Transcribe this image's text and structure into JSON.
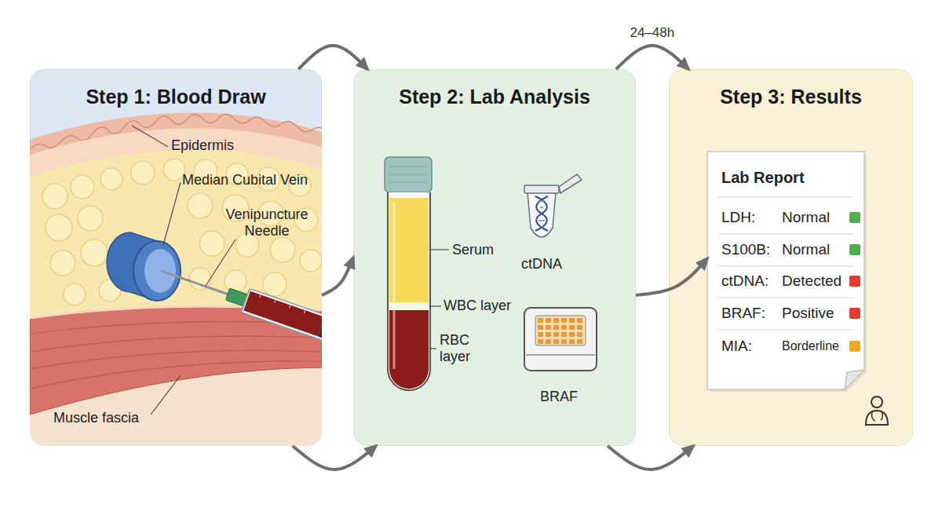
{
  "diagram": {
    "nodes": [
      {
        "text": [
          "Step 1: Blood Draw"
        ]
      },
      {
        "text": [
          "Step 2: Lab Analysis"
        ]
      },
      {
        "text": [
          "Step 3: Results"
        ]
      },
      {
        "text": [
          "Lab Report",
          "LDH:",
          "Normal",
          "S100B:",
          "Normal",
          "ctDNA:",
          "Detected",
          "BRAF:",
          "Positive",
          "MIA:",
          "Borderline"
        ],
        "in": 2
      }
    ],
    "edges": [
      {
        "from": 0,
        "to": 1,
        "arrow": "to"
      },
      {
        "from": 1,
        "to": 2,
        "label": "24–48h",
        "arrow": "to"
      },
      {
        "from": 0,
        "to": 1,
        "arrow": "to"
      },
      {
        "from": 1,
        "to": 3,
        "arrow": "to"
      },
      {
        "from": 0,
        "to": 1,
        "arrow": "to"
      },
      {
        "from": 1,
        "to": 2,
        "arrow": "to"
      }
    ],
    "labels": [
      "Epidermis",
      "Median Cubital Vein",
      "Venipuncture Needle",
      "Muscle fascia",
      "Serum",
      "WBC layer",
      "RBC layer",
      "ctDNA",
      "BRAF"
    ]
  }
}
